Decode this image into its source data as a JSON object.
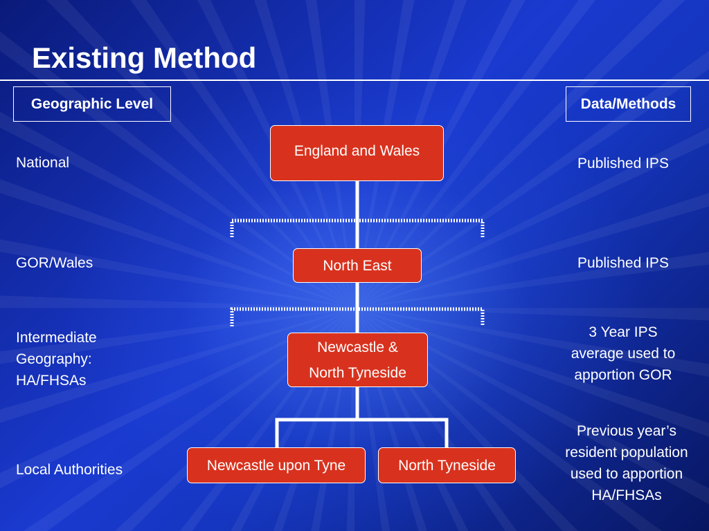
{
  "slide": {
    "title": "Existing Method"
  },
  "headers": {
    "left": "Geographic Level",
    "right": "Data/Methods"
  },
  "levels": [
    {
      "geo": "National",
      "node": "England and Wales",
      "method": "Published IPS"
    },
    {
      "geo": "GOR/Wales",
      "node": "North East",
      "method": "Published IPS"
    },
    {
      "geo": "Intermediate\nGeography:\nHA/FHSAs",
      "node": "Newcastle &\nNorth Tyneside",
      "method": "3 Year IPS\naverage used to\napportion GOR"
    },
    {
      "geo": "Local Authorities",
      "nodes": [
        "Newcastle upon Tyne",
        "North Tyneside"
      ],
      "method": "Previous year’s\nresident population\nused to apportion\nHA/FHSAs"
    }
  ],
  "colors": {
    "node_fill": "#d8321e",
    "node_border": "#ffffff",
    "background": "#1a3ad0",
    "text": "#ffffff"
  }
}
